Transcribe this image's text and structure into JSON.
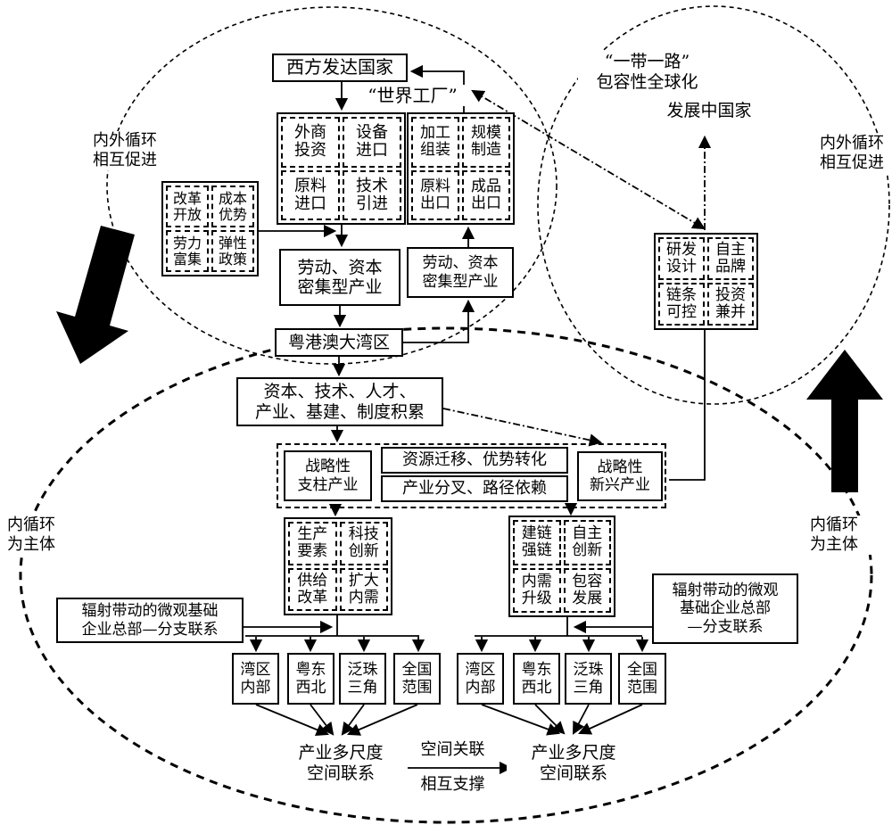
{
  "boxes": {
    "west": "西方发达国家",
    "labor1": "劳动、资本\n密集型产业",
    "labor2": "劳动、资本\n密集型产业",
    "gba": "粤港澳大湾区",
    "accumulation": "资本、技术、人才、\n产业、基建、制度积累",
    "pillar": "战略性\n支柱产业",
    "transfer": "资源迁移、优势转化",
    "bifurcation": "产业分叉、路径依赖",
    "emerging": "战略性\n新兴产业",
    "radiate_left": "辐射带动的微观基础\n企业总部—分支联系",
    "radiate_right": "辐射带动的微观\n基础企业总部\n—分支联系"
  },
  "grids": {
    "fdi": [
      "外商\n投资",
      "设备\n进口",
      "原料\n进口",
      "技术\n引进"
    ],
    "factory": [
      "加工\n组装",
      "规模\n制造",
      "原料\n出口",
      "成品\n出口"
    ],
    "reform": [
      "改革\n开放",
      "成本\n优势",
      "劳力\n富集",
      "弹性\n政策"
    ],
    "rnd": [
      "研发\n设计",
      "自主\n品牌",
      "链条\n可控",
      "投资\n兼并"
    ],
    "elements": [
      "生产\n要素",
      "科技\n创新",
      "供给\n改革",
      "扩大\n内需"
    ],
    "chain": [
      "建链\n强链",
      "自主\n创新",
      "内需\n升级",
      "包容\n发展"
    ]
  },
  "scale_left": [
    "湾区\n内部",
    "粤东\n西北",
    "泛珠\n三角",
    "全国\n范围"
  ],
  "scale_right": [
    "湾区\n内部",
    "粤东\n西北",
    "泛珠\n三角",
    "全国\n范围"
  ],
  "floating": {
    "world_factory": "“世界工厂”",
    "belt_road": "“一带一路”\n包容性全球化",
    "developing": "发展中国家",
    "dual_circulation_left": "内外循环\n相互促进",
    "dual_circulation_right": "内外循环\n相互促进",
    "inner_circulation_left": "内循环\n为主体",
    "inner_circulation_right": "内循环\n为主体",
    "multiscale_left": "产业多尺度\n空间联系",
    "multiscale_right": "产业多尺度\n空间联系",
    "spatial_link": "空间关联",
    "mutual_support": "相互支撑"
  },
  "colors": {
    "line": "#000000",
    "background": "#ffffff"
  }
}
